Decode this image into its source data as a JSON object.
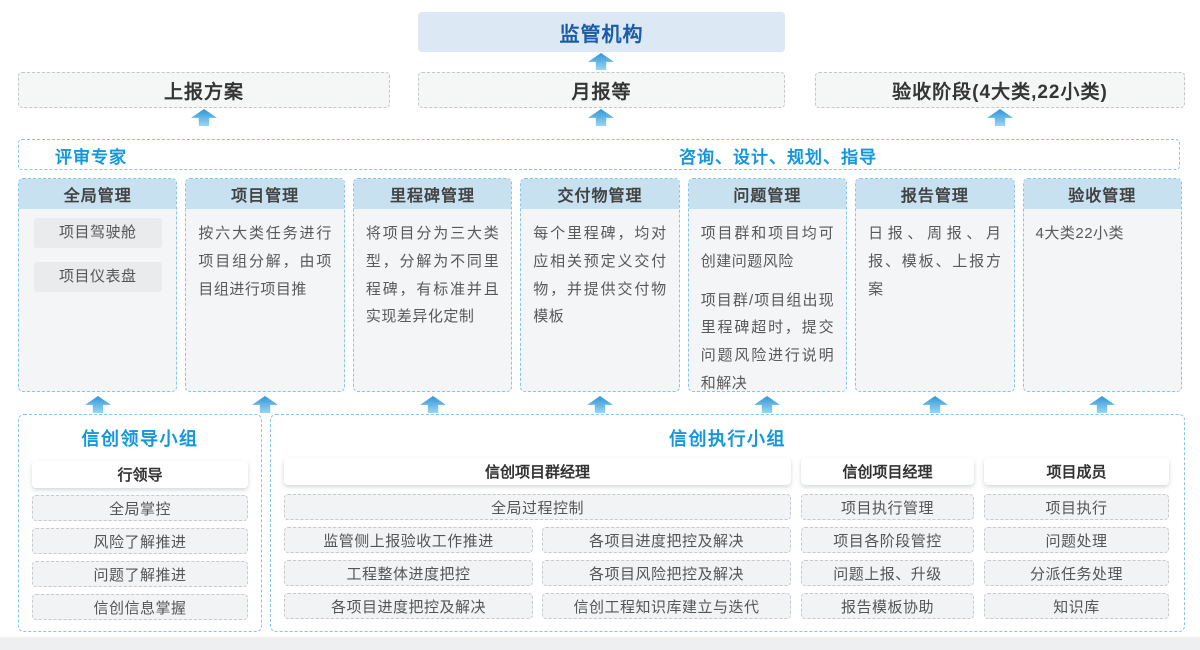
{
  "colors": {
    "accent_blue": "#1697da",
    "dark_blue": "#1b5ca8",
    "header_blue_bg": "#c7e1f1",
    "arrow_blue": "#2e96d8",
    "dashed_blue": "#87c4ea"
  },
  "top": {
    "regulator": "监管机构",
    "report_boxes": [
      {
        "label": "上报方案"
      },
      {
        "label": "月报等"
      },
      {
        "label": "验收阶段(4大类,22小类)"
      }
    ]
  },
  "middle": {
    "left_title": "评审专家",
    "right_title": "咨询、设计、规划、指导",
    "columns": [
      {
        "header": "全局管理",
        "pill1": "项目驾驶舱",
        "pill2": "项目仪表盘"
      },
      {
        "header": "项目管理",
        "p1": "按六大类任务进行项目组分解，由项目组进行项目推"
      },
      {
        "header": "里程碑管理",
        "p1": "将项目分为三大类型，分解为不同里程碑，有标准并且实现差异化定制"
      },
      {
        "header": "交付物管理",
        "p1": "每个里程碑，均对应相关预定义交付物，并提供交付物模板"
      },
      {
        "header": "问题管理",
        "p1": "项目群和项目均可创建问题风险",
        "p2": "项目群/项目组出现里程碑超时，提交问题风险进行说明和解决"
      },
      {
        "header": "报告管理",
        "p1": "日报、周报、月报、模板、上报方案"
      },
      {
        "header": "验收管理",
        "p1": "4大类22小类"
      }
    ]
  },
  "bottom": {
    "leader_group": {
      "title": "信创领导小组",
      "role": "行领导",
      "items": [
        "全局掌控",
        "风险了解推进",
        "问题了解推进",
        "信创信息掌握"
      ]
    },
    "exec_group": {
      "title": "信创执行小组",
      "pm_group": {
        "role": "信创项目群经理",
        "full_item": "全局过程控制",
        "left_items": [
          "监管侧上报验收工作推进",
          "工程整体进度把控",
          "各项目进度把控及解决"
        ],
        "right_items": [
          "各项目进度把控及解决",
          "各项目风险把控及解决",
          "信创工程知识库建立与迭代"
        ]
      },
      "pm": {
        "role": "信创项目经理",
        "items": [
          "项目执行管理",
          "项目各阶段管控",
          "问题上报、升级",
          "报告模板协助"
        ]
      },
      "member": {
        "role": "项目成员",
        "items": [
          "项目执行",
          "问题处理",
          "分派任务处理",
          "知识库"
        ]
      }
    }
  }
}
